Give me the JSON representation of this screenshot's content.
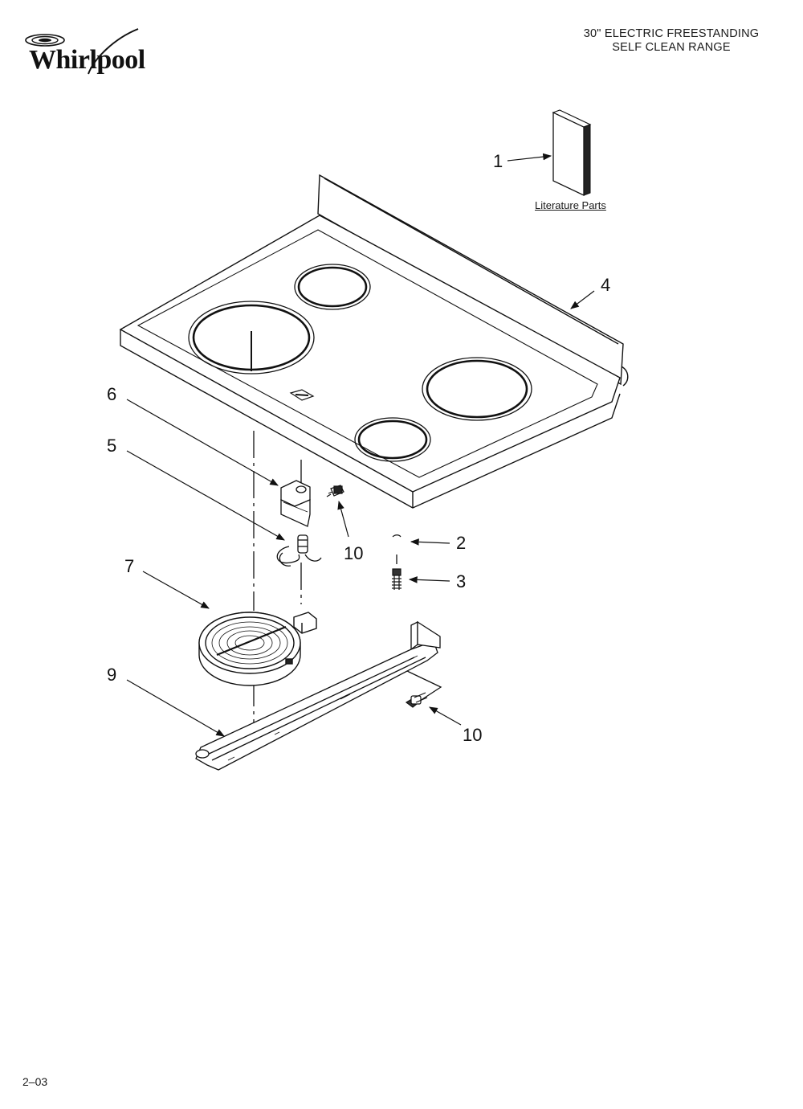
{
  "brand": {
    "name": "Whirlpool"
  },
  "header": {
    "line1": "30\" ELECTRIC FREESTANDING",
    "line2": "SELF CLEAN RANGE"
  },
  "literature_label": "Literature Parts",
  "callouts": {
    "c1": "1",
    "c2": "2",
    "c3": "3",
    "c4": "4",
    "c5": "5",
    "c6": "6",
    "c7": "7",
    "c9": "9",
    "c10a": "10",
    "c10b": "10"
  },
  "footer": {
    "page_code": "2–03"
  }
}
